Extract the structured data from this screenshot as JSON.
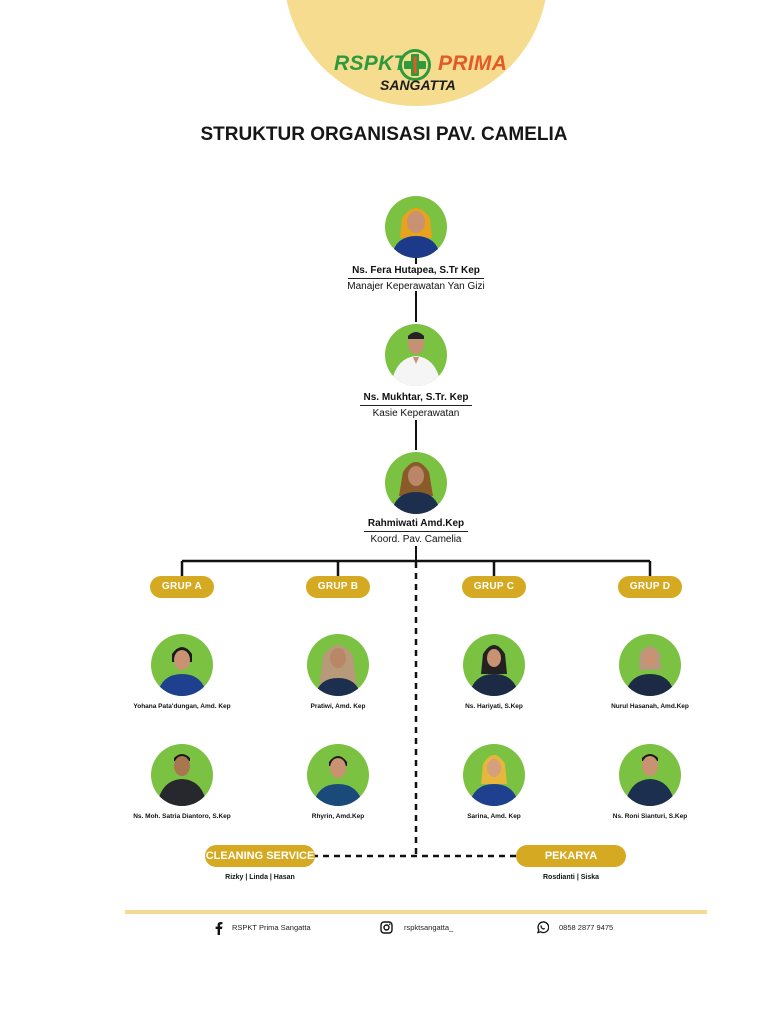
{
  "header": {
    "logo_left": "RSPKT",
    "logo_right": "PRIMA",
    "logo_sub": "SANGATTA",
    "title": "STRUKTUR ORGANISASI PAV. CAMELIA",
    "brand_colors": {
      "green": "#2e9a3c",
      "orange": "#e25a28",
      "gold": "#d5aa22",
      "banner": "#f6dc8f"
    }
  },
  "leaders": [
    {
      "name": "Ns. Fera Hutapea, S.Tr Kep",
      "role": "Manajer Keperawatan Yan Gizi"
    },
    {
      "name": "Ns. Mukhtar, S.Tr. Kep",
      "role": "Kasie Keperawatan"
    },
    {
      "name": "Rahmiwati Amd.Kep",
      "role": "Koord. Pav. Camelia"
    }
  ],
  "groups": [
    {
      "label": "GRUP A",
      "members": [
        "Yohana Pata'dungan, Amd. Kep",
        "Ns. Moh. Satria Diantoro, S.Kep"
      ]
    },
    {
      "label": "GRUP B",
      "members": [
        "Pratiwi, Amd. Kep",
        "Rhyrin, Amd.Kep"
      ]
    },
    {
      "label": "GRUP C",
      "members": [
        "Ns. Hariyati, S.Kep",
        "Sarina, Amd. Kep"
      ]
    },
    {
      "label": "GRUP D",
      "members": [
        "Nurul Hasanah, Amd.Kep",
        "Ns. Roni Sianturi, S.Kep"
      ]
    }
  ],
  "services": [
    {
      "label": "CLEANING SERVICE",
      "names": "Rizky | Linda | Hasan"
    },
    {
      "label": "PEKARYA",
      "names": "Rosdianti | Siska"
    }
  ],
  "footer": {
    "facebook": "RSPKT Prima Sangatta",
    "instagram": "rspktsangatta_",
    "whatsapp": "0858 2877 9475"
  }
}
